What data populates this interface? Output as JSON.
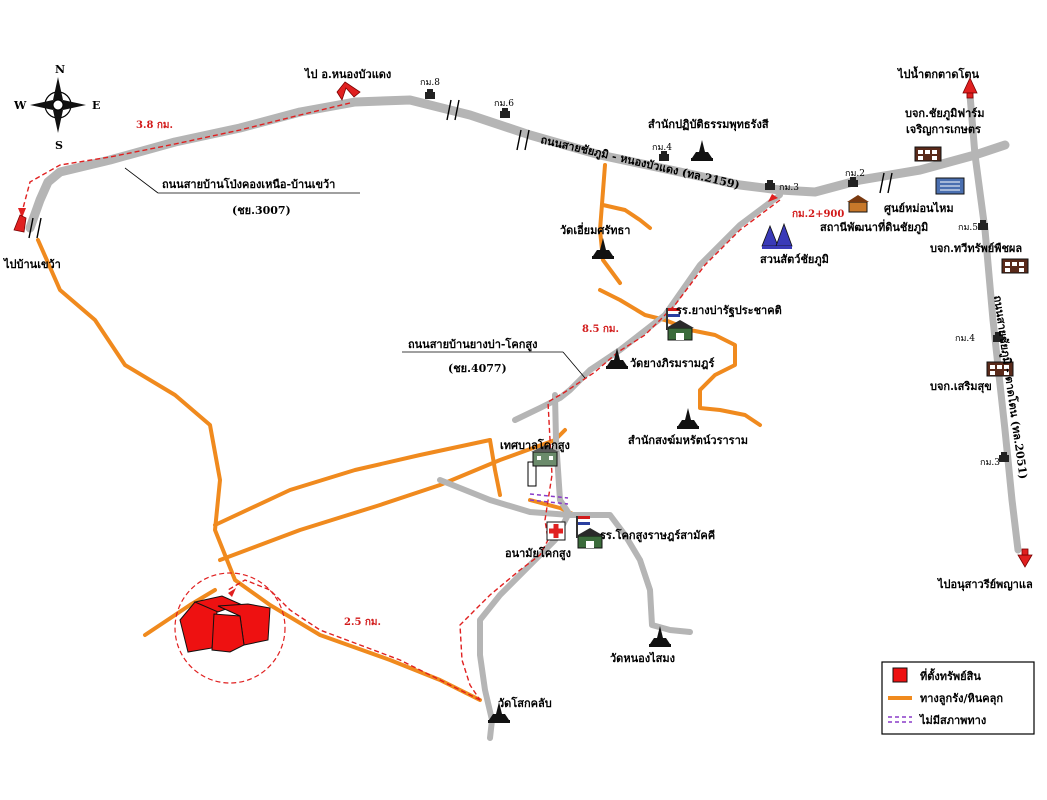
{
  "colors": {
    "main_road": "#b5b5b5",
    "track": "#f08a1e",
    "route": "#e02020",
    "property": "#ee1111",
    "no_road": "#8a3cc8"
  },
  "compass": {
    "n": "N",
    "s": "S",
    "e": "E",
    "w": "W"
  },
  "labels": {
    "to_nong_bua_daeng": "ไป อ.หนองบัวแดง",
    "to_ban_khwao": "ไปบ้านเขว้า",
    "to_nam_tok": "ไปน้ำตกตาดโตน",
    "to_monument": "ไปอนุสาวรีย์พญาแล",
    "road_2159": "ถนนสายชัยภูมิ - หนองบัวแดง (ทล.2159)",
    "road_2051": "ถนนสายชัยภูมิ - ตาดโตน (ทล.2051)",
    "road_3007_line1": "ถนนสายบ้านโป่งคองเหนือ-บ้านเขว้า",
    "road_3007_line2": "(ชย.3007)",
    "road_4077_line1": "ถนนสายบ้านยางบ่า-โคกสูง",
    "road_4077_line2": "(ชย.4077)",
    "dist_38": "3.8 กม.",
    "dist_85": "8.5 กม.",
    "dist_25": "2.5 กม.",
    "km_2900": "กม.2+900",
    "km8": "กม.8",
    "km6": "กม.6",
    "km4_a": "กม.4",
    "km3_a": "กม.3",
    "km2": "กม.2",
    "km5": "กม.5",
    "km4_b": "กม.4",
    "km3_b": "กม.3",
    "dhamma_center": "สำนักปฏิบัติธรรมพุทธรังสี",
    "farm": "บจก.ชัยภูมิฟาร์ม",
    "charoen": "เจริญการเกษตร",
    "mon_kai": "ศูนย์หม่อนไหม",
    "soil_station": "สถานีพัฒนาที่ดินชัยภูมิ",
    "thawisap": "บจก.ทวีทรัพย์พืชผล",
    "wat_eiam": "วัดเอี่ยมศรัทธา",
    "zoo": "สวนสัตว์ชัยภูมิ",
    "school_yangba": "รร.ยางบ่ารัฐประชาคติ",
    "wat_yang": "วัดยางภิรมรามฎร์",
    "samnak_song": "สำนักสงฆ์มหรัตน์วราราม",
    "serm_suk": "บจก.เสริมสุข",
    "tessaban": "เทศบาลโคกสูง",
    "anamai": "อนามัยโคกสูง",
    "school_khoksung": "รร.โคกสูงราษฎร์สามัคคี",
    "wat_nong": "วัดหนองไสมง",
    "wat_khok": "วัดโสกคลับ"
  },
  "legend": {
    "property": "ที่ตั้งทรัพย์สิน",
    "track": "ทางลูกรัง/หินคลุก",
    "no_road": "ไม่มีสภาพทาง"
  }
}
